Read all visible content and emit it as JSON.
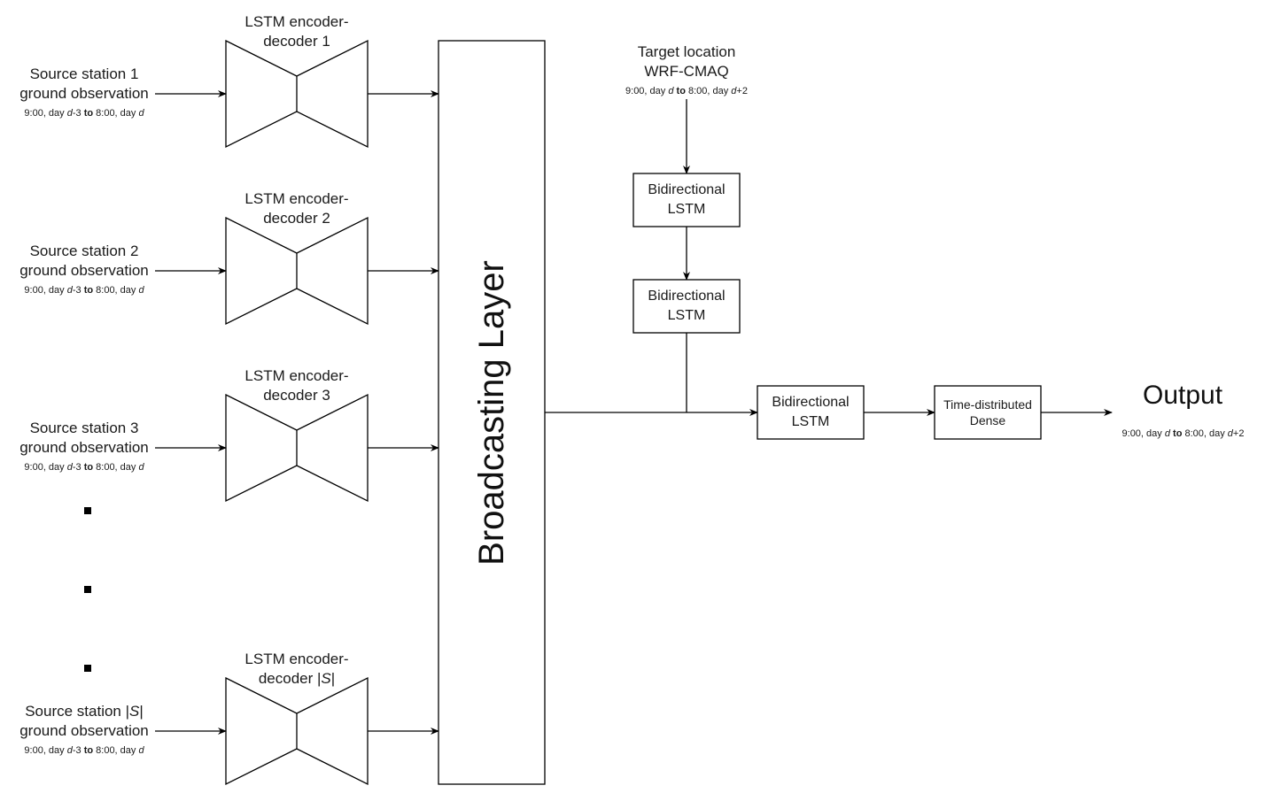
{
  "sources": [
    {
      "line1": "Source station 1",
      "line2": "ground observation",
      "time": {
        "a": "9:00, day ",
        "d1": "d",
        "b": "-3 ",
        "to": "to",
        "c": " 8:00, day ",
        "d2": "d",
        "e": ""
      }
    },
    {
      "line1": "Source station 2",
      "line2": "ground observation",
      "time": {
        "a": "9:00, day ",
        "d1": "d",
        "b": "-3 ",
        "to": "to",
        "c": " 8:00, day ",
        "d2": "d",
        "e": ""
      }
    },
    {
      "line1": "Source station 3",
      "line2": "ground observation",
      "time": {
        "a": "9:00, day ",
        "d1": "d",
        "b": "-3 ",
        "to": "to",
        "c": " 8:00, day ",
        "d2": "d",
        "e": ""
      }
    },
    {
      "line1a": "Source station |",
      "line1s": "S",
      "line1b": "|",
      "line2": "ground observation",
      "time": {
        "a": "9:00, day ",
        "d1": "d",
        "b": "-3 ",
        "to": "to",
        "c": " 8:00, day ",
        "d2": "d",
        "e": ""
      }
    }
  ],
  "encoders": [
    {
      "line1": "LSTM encoder-",
      "line2": "decoder 1"
    },
    {
      "line1": "LSTM encoder-",
      "line2": "decoder 2"
    },
    {
      "line1": "LSTM encoder-",
      "line2": "decoder 3"
    },
    {
      "line1": "LSTM encoder-",
      "line2a": "decoder |",
      "line2s": "S",
      "line2b": "|"
    }
  ],
  "broadcast_layer": "Broadcasting Layer",
  "target": {
    "line1": "Target location",
    "line2": "WRF-CMAQ",
    "time": {
      "a": "9:00, day ",
      "d1": "d",
      "b": " ",
      "to": "to",
      "c": " 8:00, day ",
      "d2": "d",
      "e": "+2"
    }
  },
  "bilstm_1": {
    "line1": "Bidirectional",
    "line2": "LSTM"
  },
  "bilstm_2": {
    "line1": "Bidirectional",
    "line2": "LSTM"
  },
  "bilstm_3": {
    "line1": "Bidirectional",
    "line2": "LSTM"
  },
  "dense": {
    "line1": "Time-distributed",
    "line2": "Dense"
  },
  "output": {
    "title": "Output",
    "time": {
      "a": "9:00, day ",
      "d1": "d",
      "b": " ",
      "to": "to",
      "c": " 8:00, day ",
      "d2": "d",
      "e": "+2"
    }
  },
  "colors": {
    "stroke": "#000000",
    "background": "#ffffff",
    "text": "#1a1a1a"
  }
}
